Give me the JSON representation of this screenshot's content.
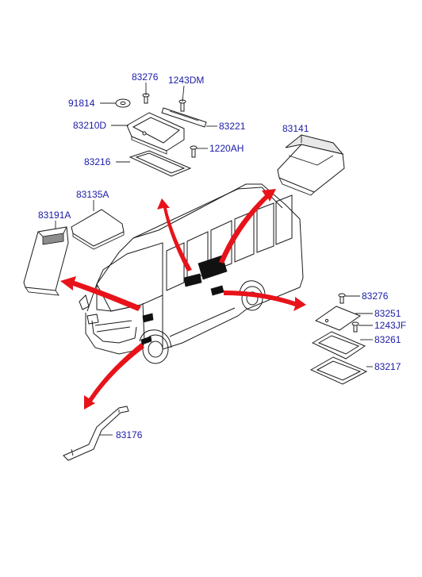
{
  "colors": {
    "label": "#1a1aa6",
    "arrow": "#e8131a",
    "line": "#1a1a1a",
    "shade": "#8c8c8c",
    "background": "#ffffff"
  },
  "labels": {
    "p83276_top": "83276",
    "p1243DM": "1243DM",
    "p91814": "91814",
    "p83210D": "83210D",
    "p83221": "83221",
    "p1220AH": "1220AH",
    "p83216": "83216",
    "p83141": "83141",
    "p83135A": "83135A",
    "p83191A": "83191A",
    "p83276_right": "83276",
    "p83251": "83251",
    "p1243JF": "1243JF",
    "p83261": "83261",
    "p83217": "83217",
    "p83176": "83176"
  }
}
